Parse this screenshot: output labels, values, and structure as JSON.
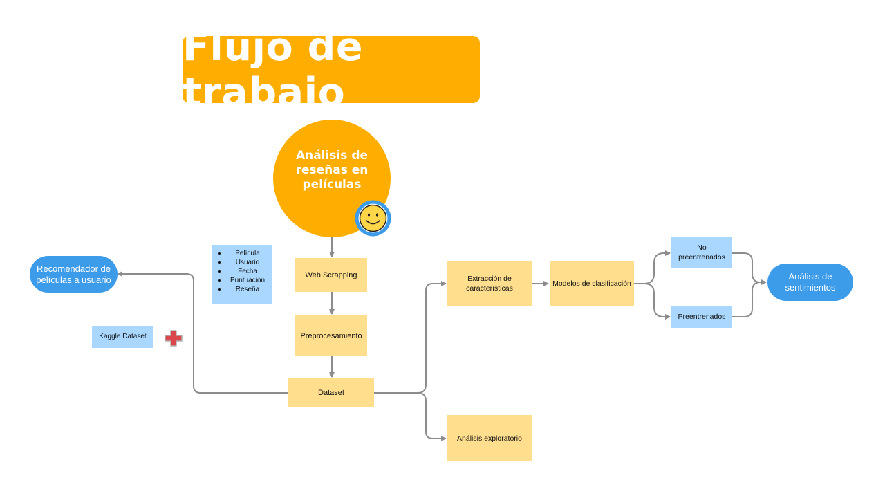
{
  "title": "Flujo de trabajo",
  "central_topic": "Análisis de reseñas en películas",
  "nodes": {
    "web_scrapping": "Web Scrapping",
    "scraped_fields": [
      "Película",
      "Usuario",
      "Fecha",
      "Puntuación",
      "Reseña"
    ],
    "preprocesamiento": "Preprocesamiento",
    "dataset": "Dataset",
    "kaggle": "Kaggle Dataset",
    "recomendador": "Recomendador de películas a usuario",
    "extraccion": "Extracción de características",
    "modelos": "Modelos de clasificación",
    "no_preentrenados": "No preentrenados",
    "preentrenados": "Preentrenados",
    "sentimientos": "Análisis de sentimientos",
    "exploratorio": "Análisis exploratorio"
  },
  "icons": {
    "smiley": "smiley-face-icon",
    "plus": "red-plus-icon"
  },
  "colors": {
    "title_bg": "#FFAE00",
    "circle_bg": "#FFAE00",
    "process_node": "#FFDE8E",
    "info_node": "#A9D7FF",
    "terminal_node": "#3D9CEA",
    "connector": "#8C8C8C",
    "plus": "#D9464B"
  }
}
